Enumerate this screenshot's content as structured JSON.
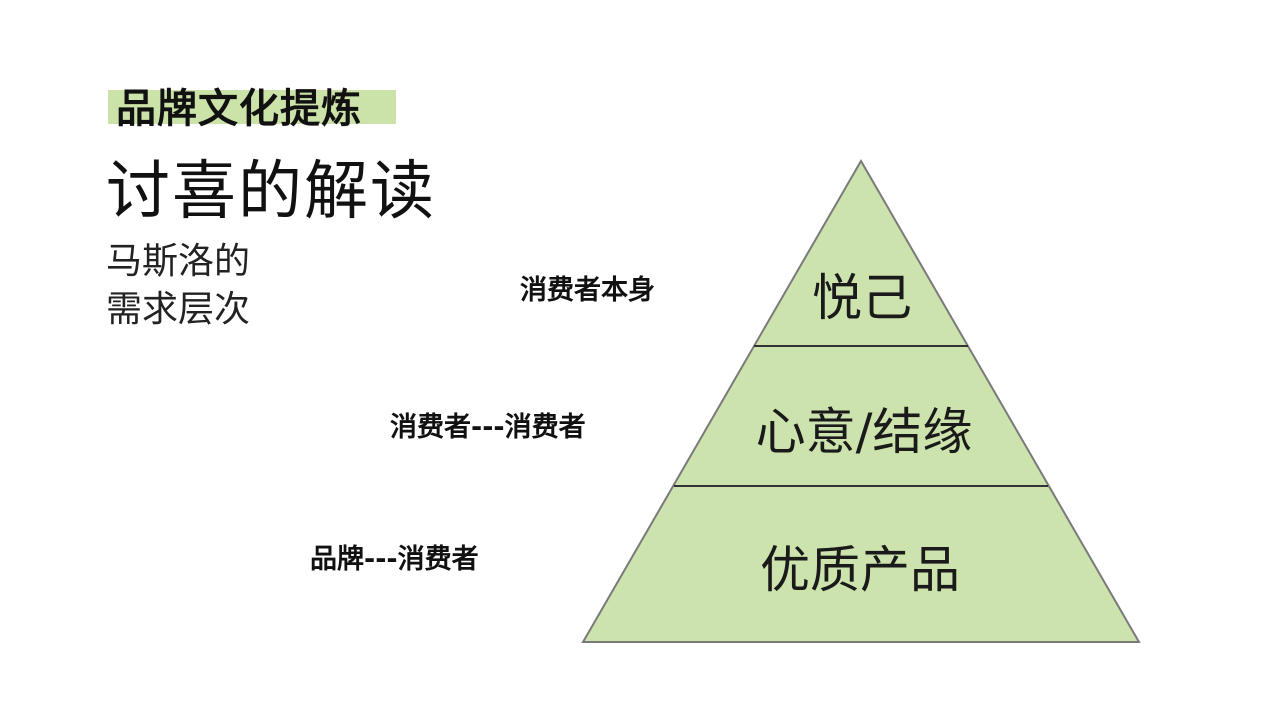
{
  "header": {
    "kicker": "品牌文化提炼",
    "title": "讨喜的解读",
    "subtitle_lines": [
      "马斯洛的",
      "需求层次"
    ]
  },
  "pyramid": {
    "fill_color": "#cde3ad",
    "stroke_color": "#7a7a7a",
    "tiers": [
      {
        "text": "悦己",
        "side_label": "消费者本身"
      },
      {
        "text": "心意/结缘",
        "side_label": "消费者---消费者"
      },
      {
        "text": "优质产品",
        "side_label": "品牌---消费者"
      }
    ]
  }
}
